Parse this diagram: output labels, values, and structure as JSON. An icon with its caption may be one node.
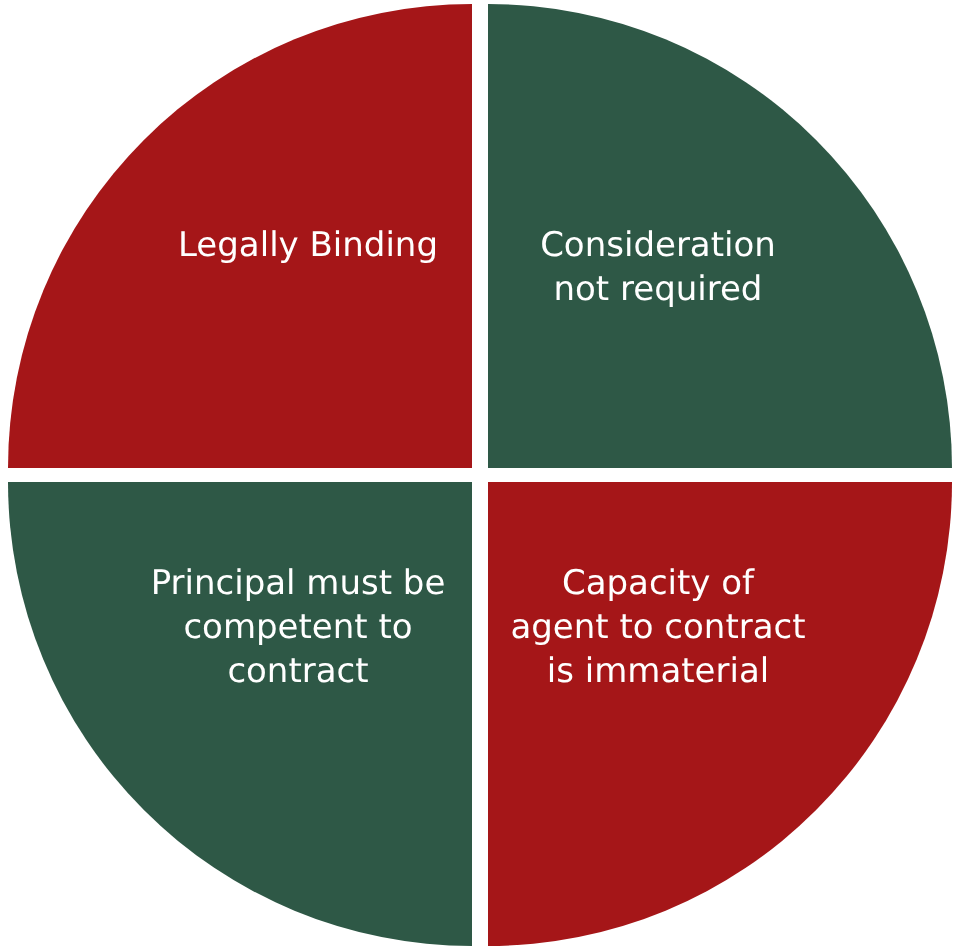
{
  "diagram": {
    "nodes": [
      {
        "text": [
          "Legally Binding"
        ]
      },
      {
        "text": [
          "Consideration not required"
        ]
      },
      {
        "text": [
          "Principal must be competent to contract"
        ]
      },
      {
        "text": [
          "Capacity of agent to contract is immaterial"
        ]
      }
    ]
  }
}
